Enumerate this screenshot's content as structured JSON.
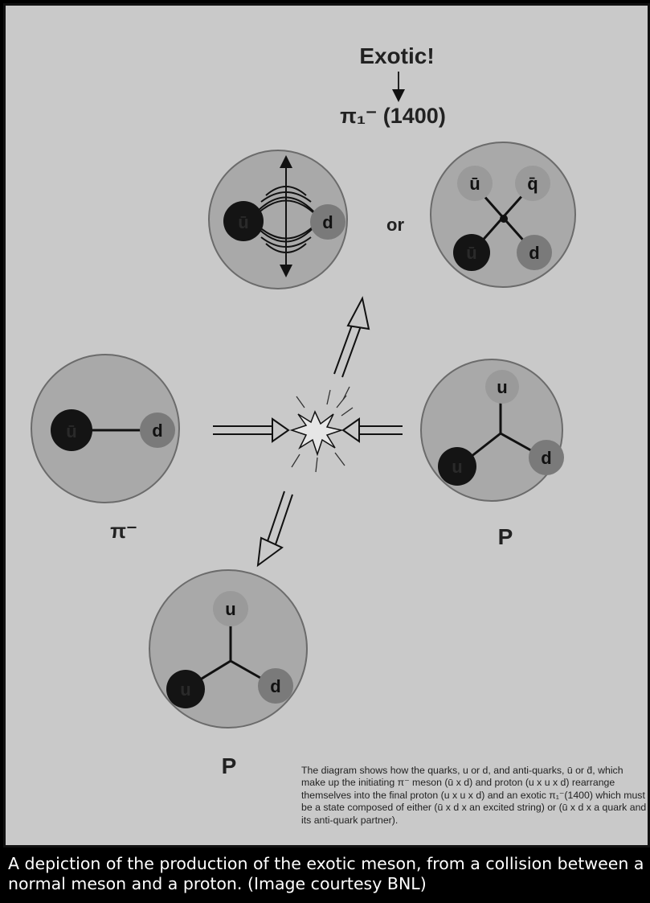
{
  "figure": {
    "exotic_label": "Exotic!",
    "exotic_particle": "π₁⁻ (1400)",
    "or_label": "or",
    "pion_label": "π⁻",
    "proton_label_right": "P",
    "proton_label_bottom": "P",
    "quarks": {
      "hybrid_left": "ū",
      "hybrid_right": "d",
      "tetra_top_left": "ū",
      "tetra_top_right": "q̄",
      "tetra_bottom_left": "ū",
      "tetra_bottom_right": "d",
      "pion_left": "ū",
      "pion_right": "d",
      "proton_r_top": "u",
      "proton_r_left": "u",
      "proton_r_right": "d",
      "proton_b_top": "u",
      "proton_b_left": "u",
      "proton_b_right": "d"
    },
    "description": "The diagram shows how the quarks, u or d, and anti-quarks, ū or d̄, which make up the initiating π⁻ meson (ū x d) and proton (u x u x d) rearrange themselves into the final proton (u x u x d) and an exotic π₁⁻(1400) which must be a state composed of either (ū x d x an excited string) or (ū x d x a quark and its anti-quark partner)."
  },
  "caption": "A depiction of the production of the exotic meson, from a collision between a normal meson and a proton. (Image courtesy BNL)",
  "colors": {
    "background": "#c9c9c9",
    "disk": "#a9a9a9",
    "dark_quark": "#141414",
    "mid_quark": "#7a7a7a",
    "light_quark": "#9a9a9a",
    "caption_bg": "#000000",
    "caption_text": "#ffffff"
  }
}
